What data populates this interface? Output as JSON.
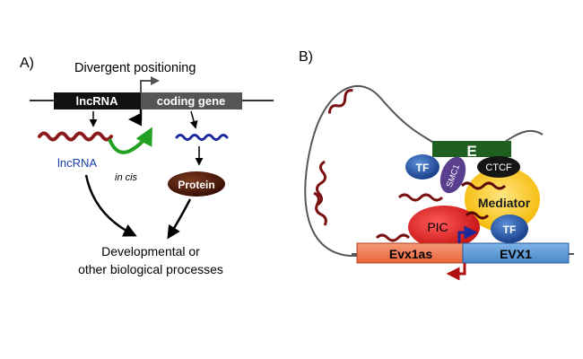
{
  "panel_a": {
    "label": "A)",
    "title": "Divergent positioning",
    "lncrna_box": "lncRNA",
    "coding_box": "coding gene",
    "lncrna_label": "lncRNA",
    "in_cis_label": "in cis",
    "protein_label": "Protein",
    "outcome_line1": "Developmental or",
    "outcome_line2": "other biological processes"
  },
  "panel_b": {
    "label": "B)",
    "enhancer": "E",
    "tf_left": "TF",
    "smc1": "SMC1",
    "ctcf": "CTCF",
    "mediator": "Mediator",
    "pic": "PIC",
    "tf_right": "TF",
    "evx1as": "Evx1as",
    "evx1": "EVX1"
  },
  "colors": {
    "lncrna_squiggle": "#8b1a1a",
    "coding_squiggle": "#1a2a9c",
    "in_cis_arrow": "#22a022",
    "enhancer": "#1f5f1f",
    "tf": "#1f4f9f",
    "smc1": "#5a3f8f",
    "ctcf": "#1a1a1a",
    "mediator": "#f5b700",
    "pic": "#d62020",
    "evx1as": "#f07a50",
    "evx1": "#5b9bd5",
    "protein": "#4a1a0a"
  }
}
